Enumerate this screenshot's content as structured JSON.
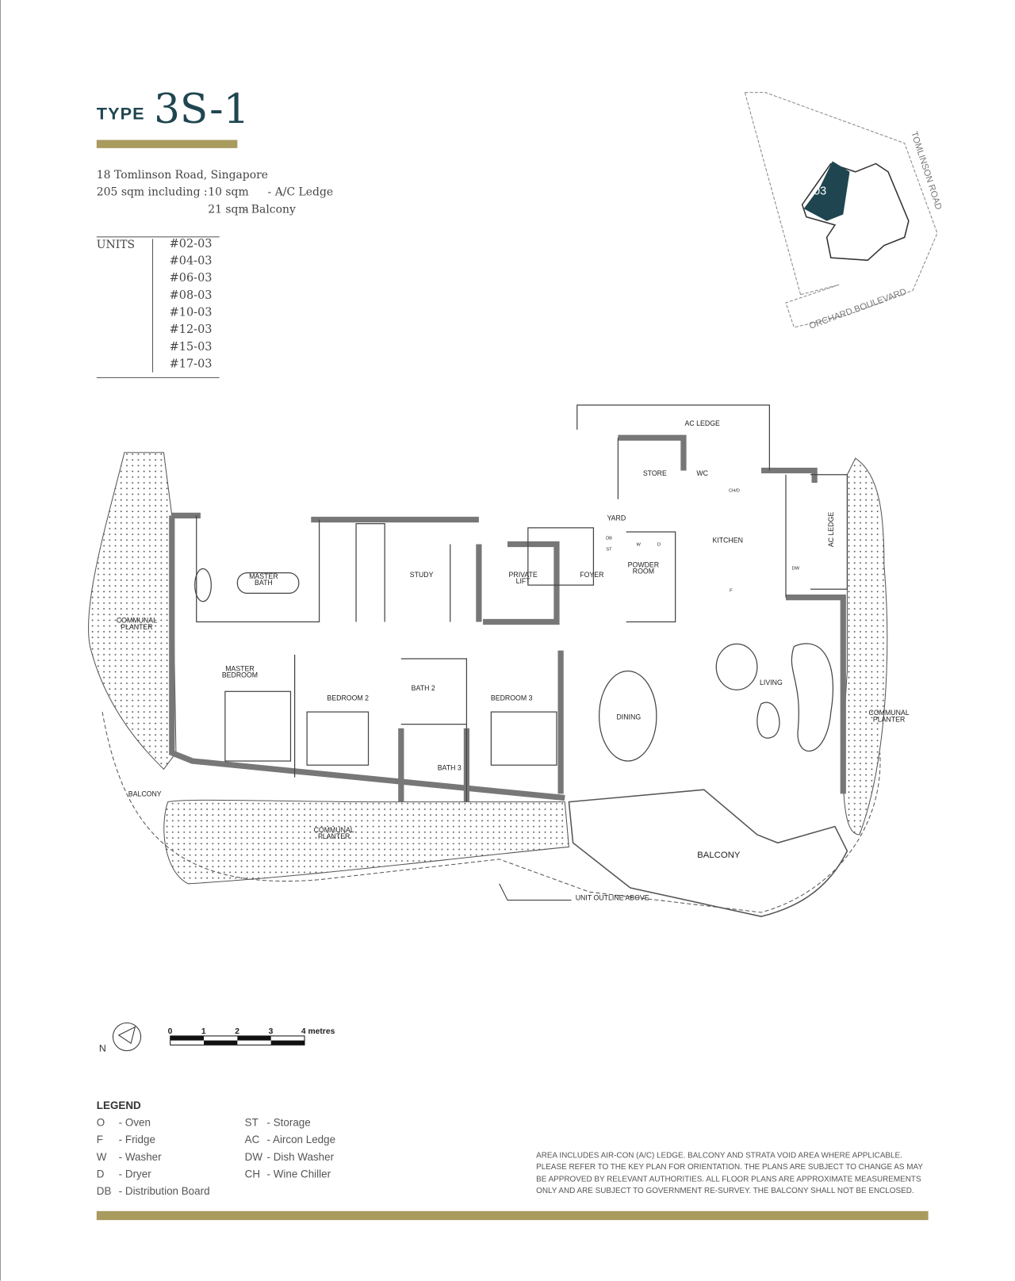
{
  "header": {
    "type_prefix": "TYPE",
    "type_code": "3S-1"
  },
  "info": {
    "address": "18 Tomlinson Road, Singapore",
    "area": "205 sqm including :",
    "ac_ledge_area": "10 sqm",
    "ac_ledge_label": "- A/C Ledge",
    "balcony_area": "21 sqm",
    "balcony_label": "- Balcony"
  },
  "units": {
    "label": "UNITS",
    "list": [
      "#02-03",
      "#04-03",
      "#06-03",
      "#08-03",
      "#10-03",
      "#12-03",
      "#15-03",
      "#17-03"
    ]
  },
  "key_plan": {
    "unit_label": "03",
    "road_east": "TOMLINSON ROAD",
    "road_south": "ORCHARD BOULEVARD",
    "highlight_color": "#1f4650"
  },
  "rooms": {
    "ac_ledge_top": "AC LEDGE",
    "store": "STORE",
    "wc": "WC",
    "ch": "CH/D",
    "yard": "YARD",
    "kitchen": "KITCHEN",
    "ac_ledge_side": "AC LEDGE",
    "db": "DB",
    "st": "ST",
    "w": "W",
    "d": "D",
    "dw": "DW",
    "f": "F",
    "powder_room_1": "POWDER",
    "powder_room_2": "ROOM",
    "foyer": "FOYER",
    "private_lift_1": "PRIVATE",
    "private_lift_2": "LIFT",
    "study": "STUDY",
    "master_bath_1": "MASTER",
    "master_bath_2": "BATH",
    "communal_planter_w_1": "COMMUNAL",
    "communal_planter_w_2": "PLANTER",
    "master_bedroom_1": "MASTER",
    "master_bedroom_2": "BEDROOM",
    "bedroom_2": "BEDROOM 2",
    "bath_2": "BATH 2",
    "bath_3": "BATH 3",
    "bedroom_3": "BEDROOM 3",
    "dining": "DINING",
    "living": "LIVING",
    "communal_planter_e_1": "COMMUNAL",
    "communal_planter_e_2": "PLANTER",
    "balcony_w": "BALCONY",
    "communal_planter_s_1": "COMMUNAL",
    "communal_planter_s_2": "PLANTER",
    "balcony_main": "BALCONY",
    "unit_outline": "UNIT OUTLINE ABOVE"
  },
  "scale_bar": {
    "ticks": [
      "0",
      "1",
      "2",
      "3",
      "4 metres"
    ],
    "north": "N"
  },
  "legend": {
    "title": "LEGEND",
    "items": [
      {
        "code": "O",
        "label": "- Oven"
      },
      {
        "code": "F",
        "label": "- Fridge"
      },
      {
        "code": "W",
        "label": "- Washer"
      },
      {
        "code": "D",
        "label": "- Dryer"
      },
      {
        "code": "DB",
        "label": "- Distribution Board"
      },
      {
        "code": "ST",
        "label": "- Storage"
      },
      {
        "code": "AC",
        "label": "- Aircon Ledge"
      },
      {
        "code": "DW",
        "label": "- Dish Washer"
      },
      {
        "code": "CH",
        "label": "- Wine Chiller"
      }
    ]
  },
  "disclaimer": [
    "AREA INCLUDES AIR-CON (A/C) LEDGE. BALCONY AND STRATA VOID AREA WHERE APPLICABLE.",
    "PLEASE REFER TO THE KEY PLAN FOR ORIENTATION. THE PLANS ARE SUBJECT TO CHANGE AS MAY",
    "BE APPROVED BY RELEVANT AUTHORITIES. ALL FLOOR PLANS ARE APPROXIMATE MEASUREMENTS",
    "ONLY AND ARE SUBJECT TO GOVERNMENT RE-SURVEY. THE BALCONY SHALL NOT BE ENCLOSED."
  ],
  "colors": {
    "gold": "#a99a5e",
    "teal": "#1f4650",
    "wall": "#777777"
  }
}
